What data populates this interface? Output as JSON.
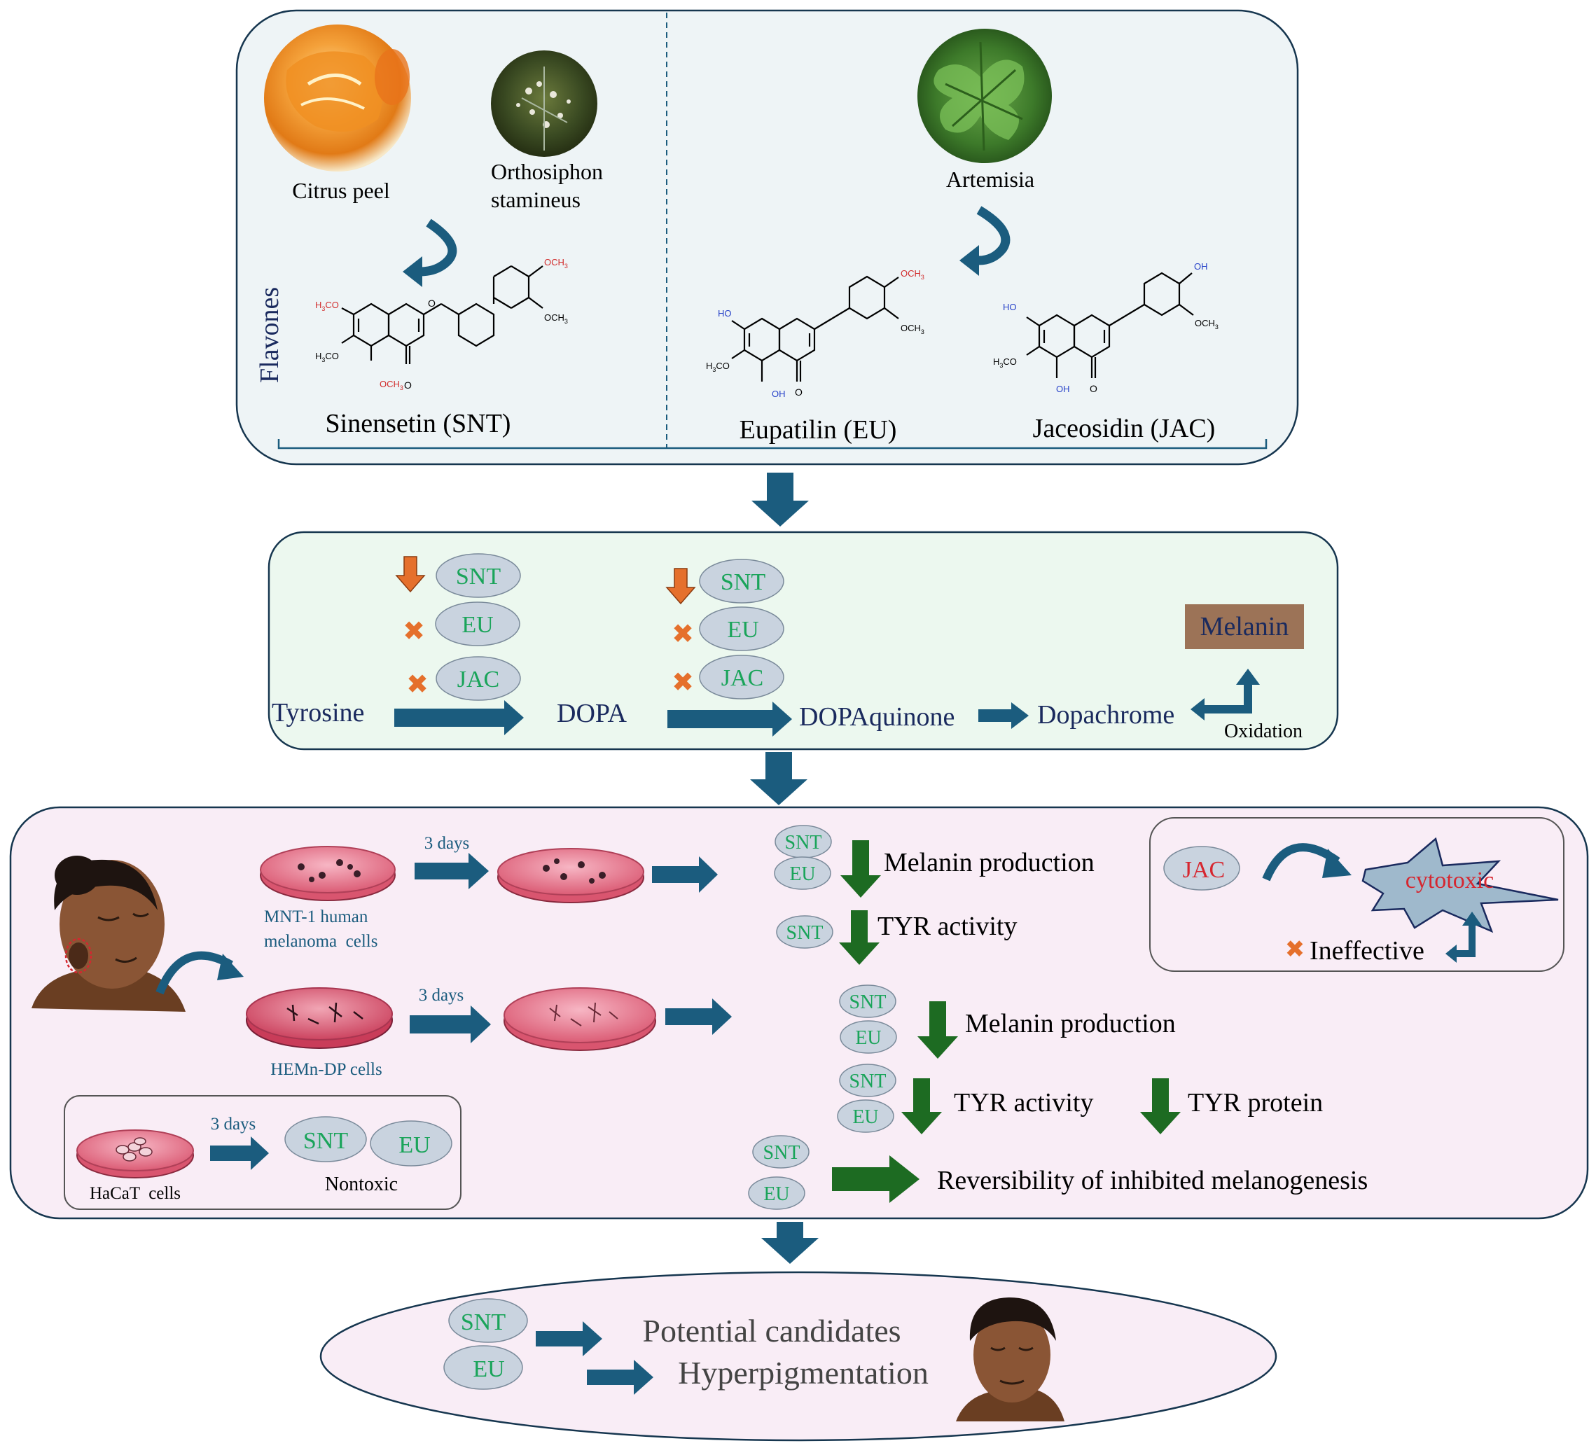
{
  "colors": {
    "navy": "#1a2a5e",
    "teal_arrow": "#1b5c7e",
    "green_text": "#1aa45a",
    "orange": "#e5702c",
    "dark_green": "#1d6b22",
    "red": "#d6262f",
    "melanin_box": "#9c7357",
    "panel1_bg": "#eef4f6",
    "panel2_bg": "#ecf8ef",
    "panel3_bg": "#f9edf6",
    "pill_bg": "#c9d3df",
    "chem_red": "#d12c2c",
    "chem_blue": "#2540c8"
  },
  "sources": {
    "citrus": "Citrus peel",
    "ortho_1": "Orthosiphon",
    "ortho_2": "stamineus",
    "artemisia": "Artemisia"
  },
  "flavones_label": "Flavones",
  "compounds": {
    "snt": "Sinensetin (SNT)",
    "eu": "Eupatilin (EU)",
    "jac": "Jaceosidin (JAC)"
  },
  "chem_labels": {
    "och3": "OCH",
    "h3co": "H",
    "co": "CO",
    "ho": "HO",
    "oh": "OH",
    "o": "O",
    "sub3": "3"
  },
  "pathway": {
    "tyrosine": "Tyrosine",
    "dopa": "DOPA",
    "dopaquinone": "DOPAquinone",
    "dopachrome": "Dopachrome",
    "melanin": "Melanin",
    "oxidation": "Oxidation"
  },
  "abbr": {
    "snt": "SNT",
    "eu": "EU",
    "jac": "JAC"
  },
  "cells": {
    "mnt1_line1": "MNT-1 human",
    "mnt1_line2": "melanoma  cells",
    "hemn": "HEMn-DP cells",
    "hacat": "HaCaT  cells",
    "days": "3 days",
    "nontoxic": "Nontoxic"
  },
  "effects": {
    "melanin_production": "Melanin production",
    "tyr_activity": "TYR activity",
    "tyr_protein": "TYR protein",
    "reversibility": "Reversibility of inhibited melanogenesis",
    "cytotoxic": "cytotoxic",
    "ineffective": "Ineffective"
  },
  "conclusion": {
    "line1": "Potential candidates",
    "line2": "Hyperpigmentation"
  }
}
